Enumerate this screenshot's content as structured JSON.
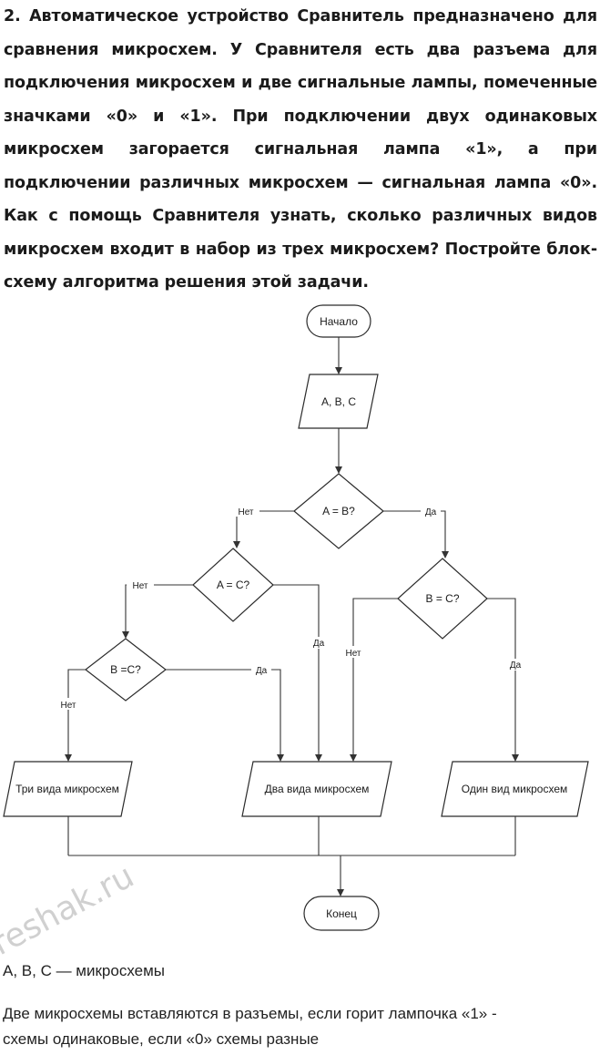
{
  "problem": {
    "text": "2. Автоматическое устройство Сравнитель предназначено для сравнения микросхем. У Сравнителя есть два разъема для подключения микросхем и две сигнальные лампы, помеченные значками «0» и «1». При подключении двух одинаковых микросхем загорается сигнальная лампа «1», а при подключении различных микросхем — сигнальная лампа «0». Как с помощь Сравнителя узнать, сколько различных видов микросхем входит в набор из трех микросхем? Постройте блок-схему алгоритма решения этой задачи."
  },
  "flowchart": {
    "start": "Начало",
    "input": "A, B, C",
    "decision_ab": "A = B?",
    "decision_ac": "A = C?",
    "decision_bc_left": "B =C?",
    "decision_bc_right": "B = C?",
    "out_three": "Три вида микросхем",
    "out_two": "Два вида микросхем",
    "out_one": "Один вид микросхем",
    "end": "Конец",
    "yes": "Да",
    "no": "Нет"
  },
  "notes": {
    "line1": "A, B, C — микросхемы",
    "line2": "Две микросхемы вставляются в разъемы, если горит лампочка «1» -",
    "line3": "схемы одинаковые, если «0» схемы разные"
  },
  "watermark": "reshak.ru"
}
